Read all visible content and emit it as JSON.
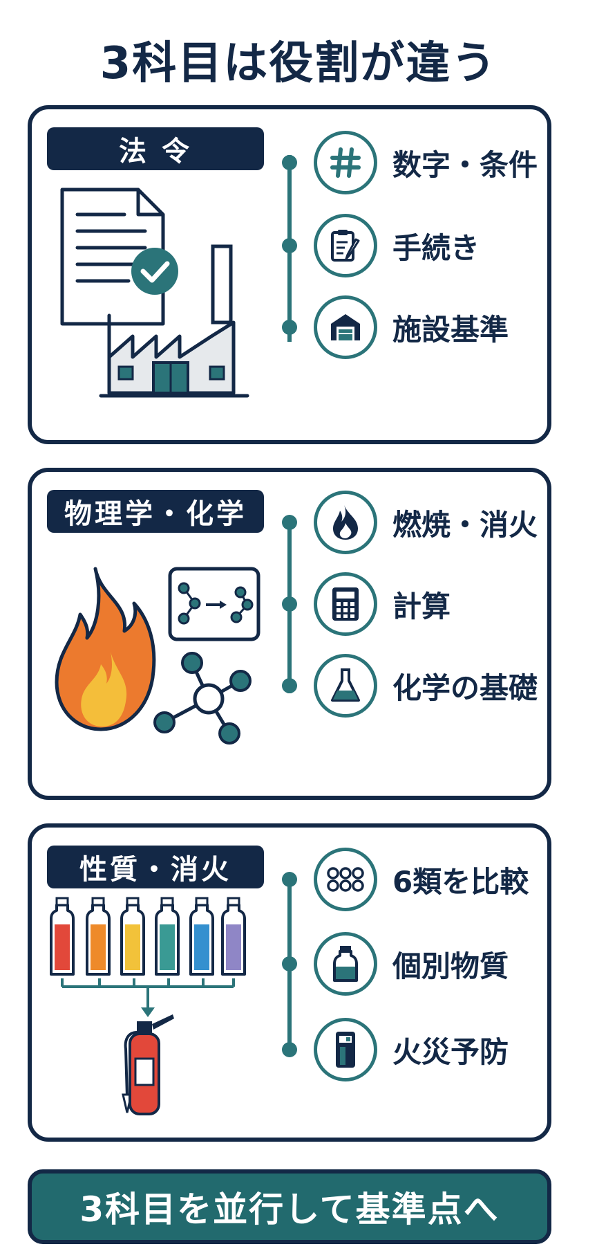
{
  "title": "3科目は役割が違う",
  "sections": [
    {
      "label": "法 令",
      "items": [
        {
          "text": "数字・条件",
          "icon": "hash-icon"
        },
        {
          "text": "手続き",
          "icon": "clipboard-pen-icon"
        },
        {
          "text": "施設基準",
          "icon": "warehouse-icon"
        }
      ],
      "illustration": "document-check-factory"
    },
    {
      "label": "物理学・化学",
      "items": [
        {
          "text": "燃焼・消火",
          "icon": "flame-icon"
        },
        {
          "text": "計算",
          "icon": "calculator-icon"
        },
        {
          "text": "化学の基礎",
          "icon": "flask-icon"
        }
      ],
      "illustration": "fire-molecule"
    },
    {
      "label": "性質・消火",
      "items": [
        {
          "text": "6類を比較",
          "icon": "six-circles-icon"
        },
        {
          "text": "個別物質",
          "icon": "bottle-icon"
        },
        {
          "text": "火災予防",
          "icon": "detector-icon"
        }
      ],
      "illustration": "bottles-extinguisher"
    }
  ],
  "banner": "3科目を並行して基準点へ",
  "colors": {
    "navy": "#132846",
    "teal": "#2b7479",
    "banner_teal": "#226a6e",
    "bottle_colors": [
      "#e2483a",
      "#ee8a2a",
      "#f2c23a",
      "#3a9a94",
      "#3490cf",
      "#8f86c6"
    ]
  }
}
